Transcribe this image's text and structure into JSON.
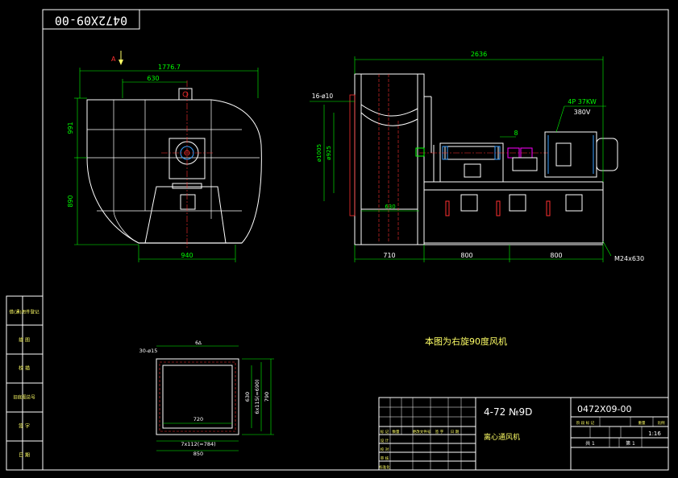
{
  "drawing_number": "0472X09-00",
  "drawing_number_mirrored": "0472X09-00",
  "view_marker": "A",
  "colors": {
    "background": "#000000",
    "frame": "#ffffff",
    "dimension": "#00ff00",
    "text": "#ffffff",
    "hidden": "#ff3030",
    "center": "#ff3030",
    "label": "#ffff66",
    "motor_text": "#00ff00",
    "coupling": "#ff00ff",
    "blue_part": "#3aa0ff"
  },
  "front_view": {
    "dim_overall_width": "1776.7",
    "dim_outlet_width": "630",
    "dim_upper_height": "991",
    "dim_lower_height": "890",
    "dim_base_width": "940"
  },
  "side_view": {
    "dim_total_length": "2636",
    "dim_bolt_holes": "16-ø10",
    "dim_dia_outer": "ø1005",
    "dim_dia_inner": "ø925",
    "dim_inlet_width": "630",
    "dim_gap": "8",
    "motor_spec_1": "4P  37KW",
    "motor_spec_2": "380V",
    "dim_seg_1": "710",
    "dim_seg_2": "800",
    "dim_seg_3": "800",
    "dim_anchor": "M24x630"
  },
  "outlet_view": {
    "dim_holes": "30-ø15",
    "dim_top": "6∆",
    "dim_inner_width": "720",
    "dim_pitch_h": "7x112(=784)",
    "dim_outer_width": "850",
    "dim_inner_height": "630",
    "dim_pitch_v": "6x115(=690)",
    "dim_outer_height": "790"
  },
  "note": "本图为右旋90度风机",
  "left_strip": {
    "cells": [
      "借(通)用件登记",
      "描  图",
      "校  描",
      "旧底图总号",
      "签  字",
      "日  期"
    ]
  },
  "title_block": {
    "model": "4-72  №9D",
    "name": "离心通风机",
    "drawing_code": "0472X09-00",
    "scale": "1:16",
    "header_cells": [
      "标 记",
      "数量",
      "更改文件号",
      "签 字",
      "日 期"
    ],
    "row_labels": [
      "设 计",
      "校 对",
      "审 核",
      "标准化"
    ],
    "right_headers": [
      "阶 段 标 记",
      "重量",
      "比例"
    ],
    "sheet_left": "共  1",
    "sheet_right": "第  1"
  }
}
